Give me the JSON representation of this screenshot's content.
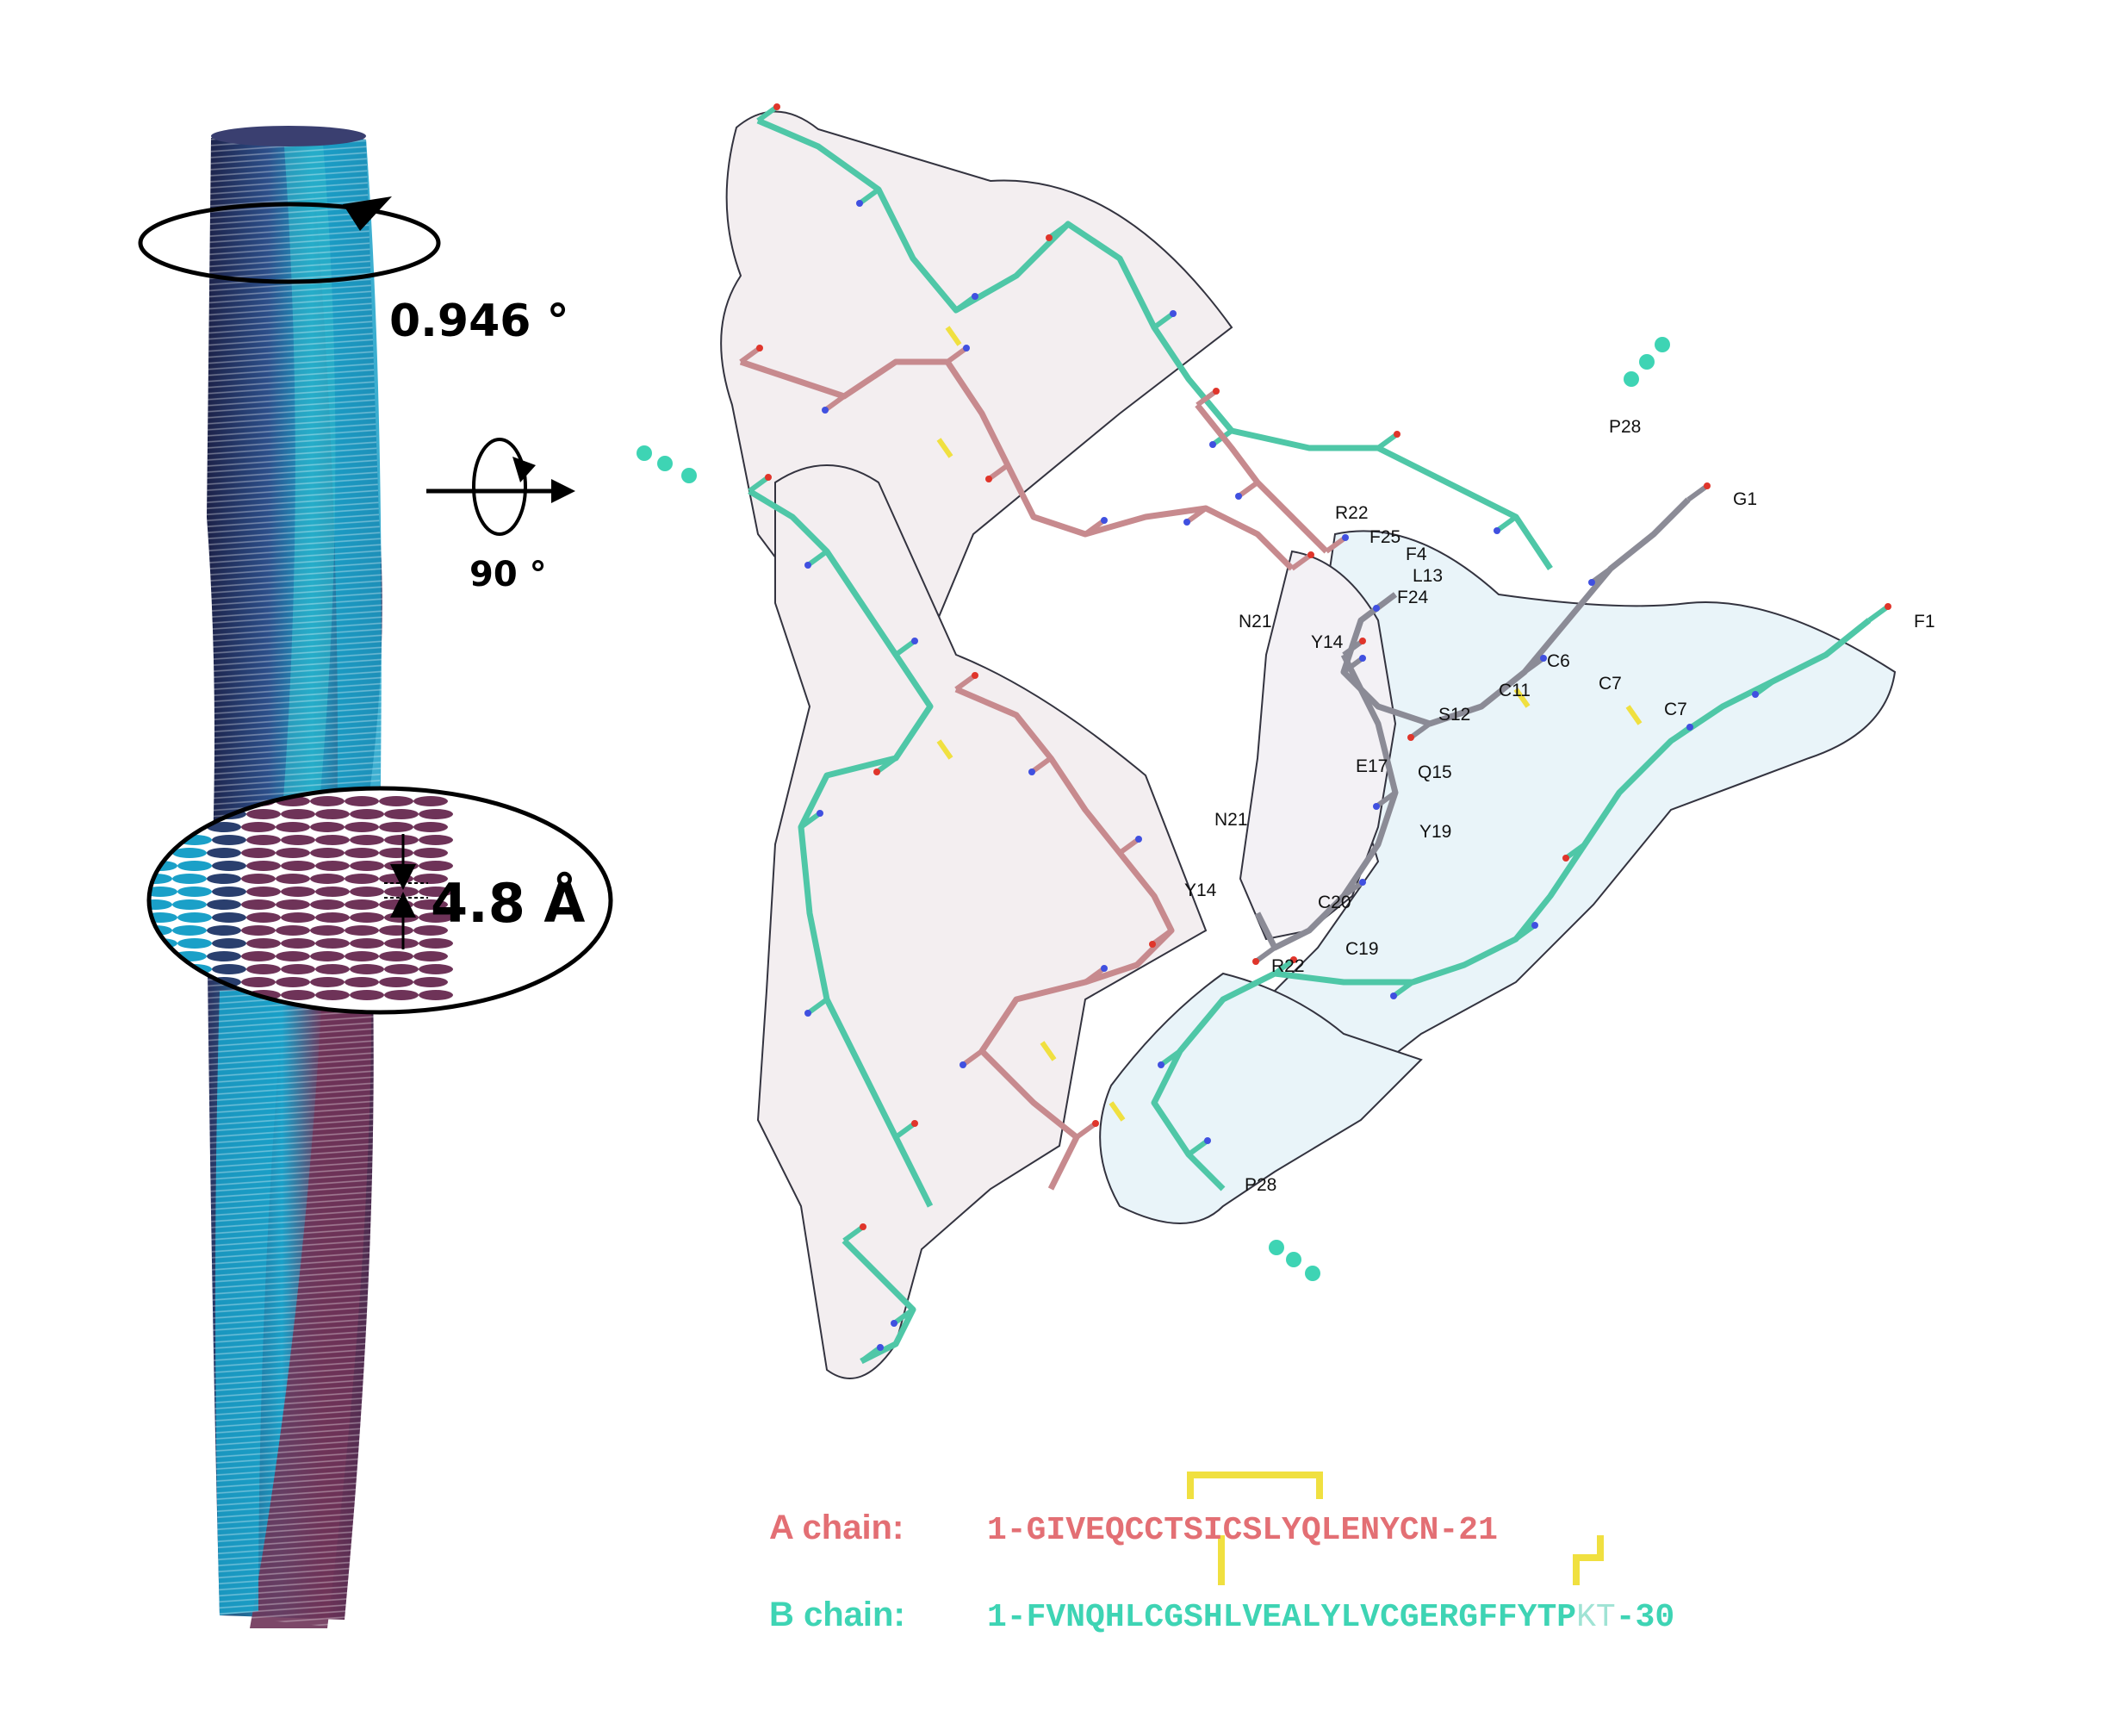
{
  "rotation_angle": "0.946 °",
  "view_rotation": "90 °",
  "rise": "4.8 Å",
  "residue_labels": [
    "P28",
    "G1",
    "R22",
    "F25",
    "F4",
    "L13",
    "F24",
    "N21",
    "Y14",
    "F1",
    "C6",
    "C11",
    "C7",
    "C7",
    "S12",
    "E17",
    "Q15",
    "N21",
    "Y19",
    "Y14",
    "C20",
    "R22",
    "C19",
    "P28"
  ],
  "a_chain": {
    "label": "A chain:",
    "sequence": "1-GIVEQCCTSICSLYQLENYCN-21"
  },
  "b_chain": {
    "label": "B chain:",
    "sequence_main": "1-FVNQHLCGSHLVEALYLVCGERGFFYTP",
    "sequence_faint": "KT",
    "sequence_end": "-30"
  },
  "colors": {
    "teal": "#3ed4b4",
    "cyan": "#1aa0c8",
    "navy": "#2a2f5e",
    "plum": "#6e3358",
    "pink": "#e36f74",
    "yellow": "#f0e040",
    "rose_stick": "#c78a8e",
    "green_stick": "#4fc7a7",
    "grey_stick": "#8b8b96"
  }
}
